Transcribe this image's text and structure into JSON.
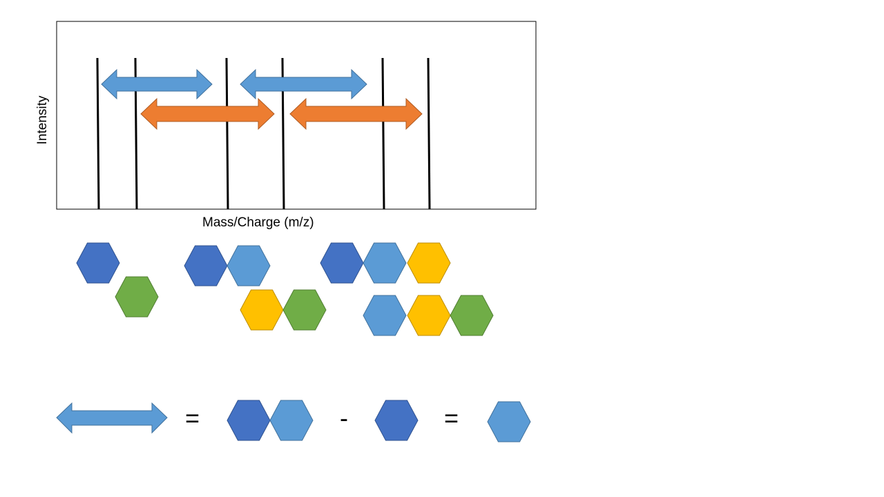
{
  "xlabel": "Mass/Charge (m/z)",
  "ylabel": "Intensity",
  "operators": {
    "equals": "=",
    "minus": "-"
  },
  "colors": {
    "dark_blue": "#4472C4",
    "light_blue": "#5B9BD5",
    "yellow": "#FFC000",
    "green": "#70AD47",
    "orange": "#ED7D31",
    "frame": "#000000"
  },
  "peaks": 6,
  "hexagon_groups": [
    [
      "dark_blue",
      "green"
    ],
    [
      "dark_blue",
      "light_blue"
    ],
    [
      "yellow",
      "green"
    ],
    [
      "dark_blue",
      "light_blue",
      "yellow"
    ],
    [
      "light_blue",
      "yellow",
      "green"
    ]
  ],
  "equation": [
    "light_blue-arrow",
    "=",
    [
      "dark_blue",
      "light_blue"
    ],
    "-",
    [
      "dark_blue"
    ],
    "=",
    [
      "light_blue"
    ]
  ]
}
